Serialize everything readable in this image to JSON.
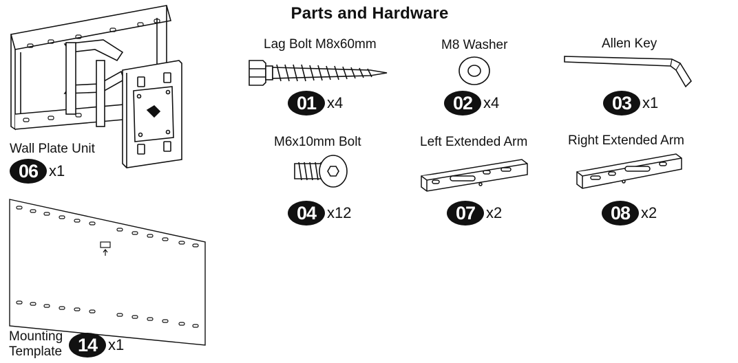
{
  "title": "Parts and Hardware",
  "parts": [
    {
      "id": "01",
      "label": "Lag Bolt M8x60mm",
      "qty": "x4",
      "icon": "lag-bolt-icon"
    },
    {
      "id": "02",
      "label": "M8 Washer",
      "qty": "x4",
      "icon": "washer-icon"
    },
    {
      "id": "03",
      "label": "Allen Key",
      "qty": "x1",
      "icon": "allen-key-icon"
    },
    {
      "id": "04",
      "label": "M6x10mm Bolt",
      "qty": "x12",
      "icon": "socket-bolt-icon"
    },
    {
      "id": "07",
      "label": "Left Extended Arm",
      "qty": "x2",
      "icon": "left-arm-icon"
    },
    {
      "id": "08",
      "label": "Right Extended Arm",
      "qty": "x2",
      "icon": "right-arm-icon"
    },
    {
      "id": "06",
      "label": "Wall Plate Unit",
      "qty": "x1",
      "icon": "wall-plate-icon"
    },
    {
      "id": "14",
      "label_line1": "Mounting",
      "label_line2": "Template",
      "qty": "x1",
      "icon": "template-icon"
    }
  ]
}
